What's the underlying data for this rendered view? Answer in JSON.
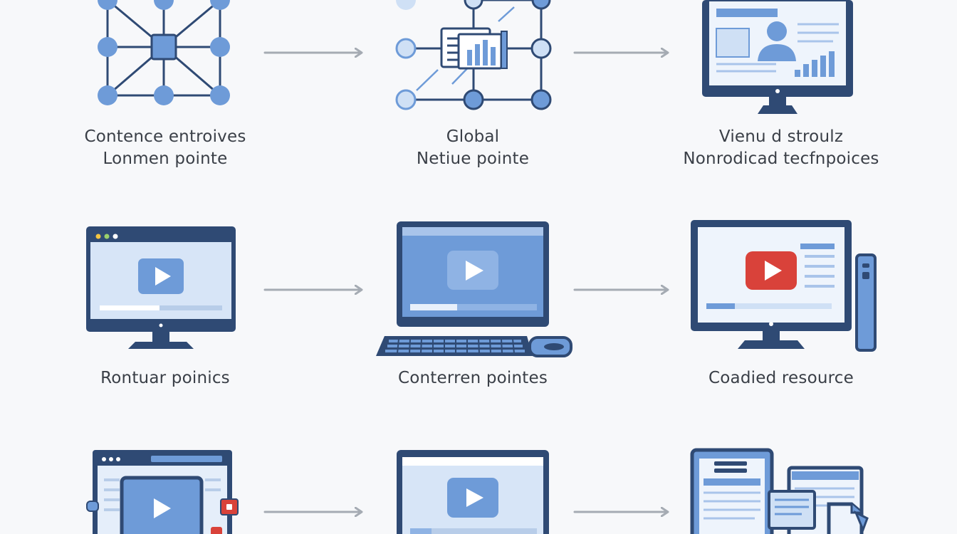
{
  "palette": {
    "navy": "#2f4a74",
    "mid_blue": "#6e9bd8",
    "light_blue": "#cfe0f5",
    "arrow_gray": "#a5abb3",
    "red": "#d9423a",
    "text": "#3a3f47"
  },
  "rows": [
    {
      "steps": [
        {
          "icon": "network-nodes-icon",
          "lines": [
            "Contence entroives",
            "Lonmen pointe"
          ]
        },
        {
          "icon": "network-document-chart-icon",
          "lines": [
            "Global",
            "Netiue pointe"
          ]
        },
        {
          "icon": "monitor-profile-dashboard-icon",
          "lines": [
            "Vienu d stroulz",
            "Nonrodicad tecfnpoices"
          ]
        }
      ]
    },
    {
      "steps": [
        {
          "icon": "monitor-video-player-icon",
          "lines": [
            "Rontuar poinics"
          ]
        },
        {
          "icon": "desktop-computer-video-icon",
          "lines": [
            "Conterren pointes"
          ]
        },
        {
          "icon": "monitor-video-sidebar-icon",
          "lines": [
            "Coadied resource"
          ]
        }
      ]
    },
    {
      "steps": [
        {
          "icon": "browser-video-embed-icon",
          "lines": []
        },
        {
          "icon": "monitor-video-icon",
          "lines": []
        },
        {
          "icon": "multi-device-documents-icon",
          "lines": []
        }
      ]
    }
  ]
}
